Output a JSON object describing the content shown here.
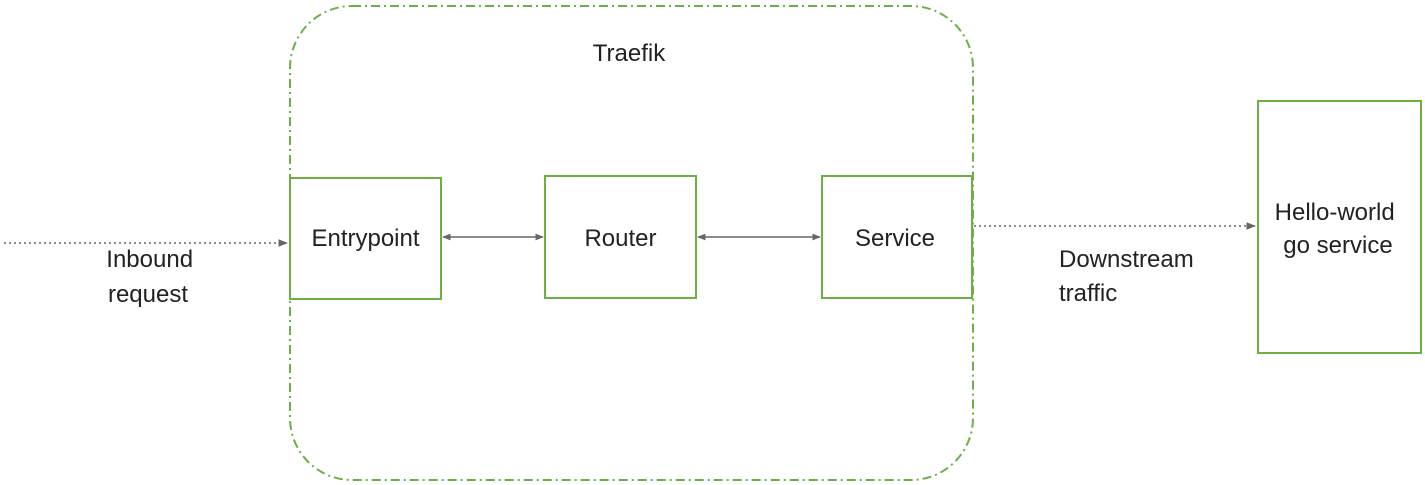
{
  "diagram": {
    "container": {
      "title": "Traefik",
      "color": "#6cb043"
    },
    "nodes": {
      "entrypoint": "Entrypoint",
      "router": "Router",
      "service": "Service",
      "hello_world": [
        "Hello-world",
        "go service"
      ]
    },
    "edge_labels": {
      "inbound": [
        "Inbound",
        "request"
      ],
      "downstream": [
        "Downstream",
        "traffic"
      ]
    },
    "box_color": "#6cb043",
    "arrow_color": "#666666"
  }
}
